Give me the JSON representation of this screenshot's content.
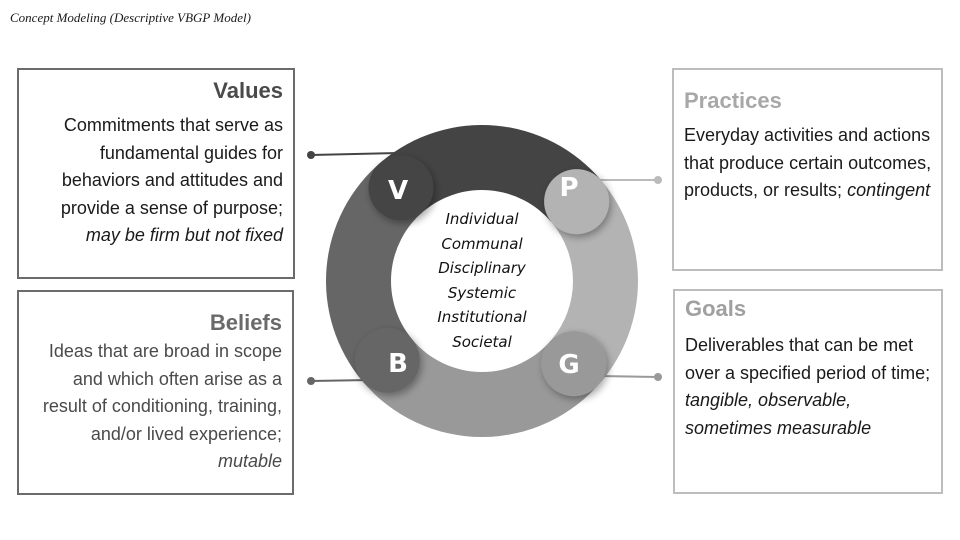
{
  "title": "Concept Modeling (Descriptive VBGP Model)",
  "center_levels": [
    "Individual",
    "Communal",
    "Disciplinary",
    "Systemic",
    "Institutional",
    "Societal"
  ],
  "nodes": {
    "values": {
      "letter": "V",
      "color": "#444444"
    },
    "practices": {
      "letter": "P",
      "color": "#b3b3b3"
    },
    "goals": {
      "letter": "G",
      "color": "#999999"
    },
    "beliefs": {
      "letter": "B",
      "color": "#666666"
    }
  },
  "boxes": {
    "values": {
      "heading": "Values",
      "text": "Commitments that serve as fundamental guides for behaviors and attitudes and provide a sense of purpose;",
      "qualifier": "may be firm but not fixed"
    },
    "beliefs": {
      "heading": "Beliefs",
      "text": "Ideas that are broad in scope and which often arise as a result of conditioning, training, and/or lived experience;",
      "qualifier": "mutable"
    },
    "practices": {
      "heading": "Practices",
      "text": "Everyday activities and actions that produce certain outcomes, products, or results;",
      "qualifier": "contingent"
    },
    "goals": {
      "heading": "Goals",
      "text": "Deliverables that can be met over a specified period of time;",
      "qualifier": "tangible, observable, sometimes measurable"
    }
  }
}
